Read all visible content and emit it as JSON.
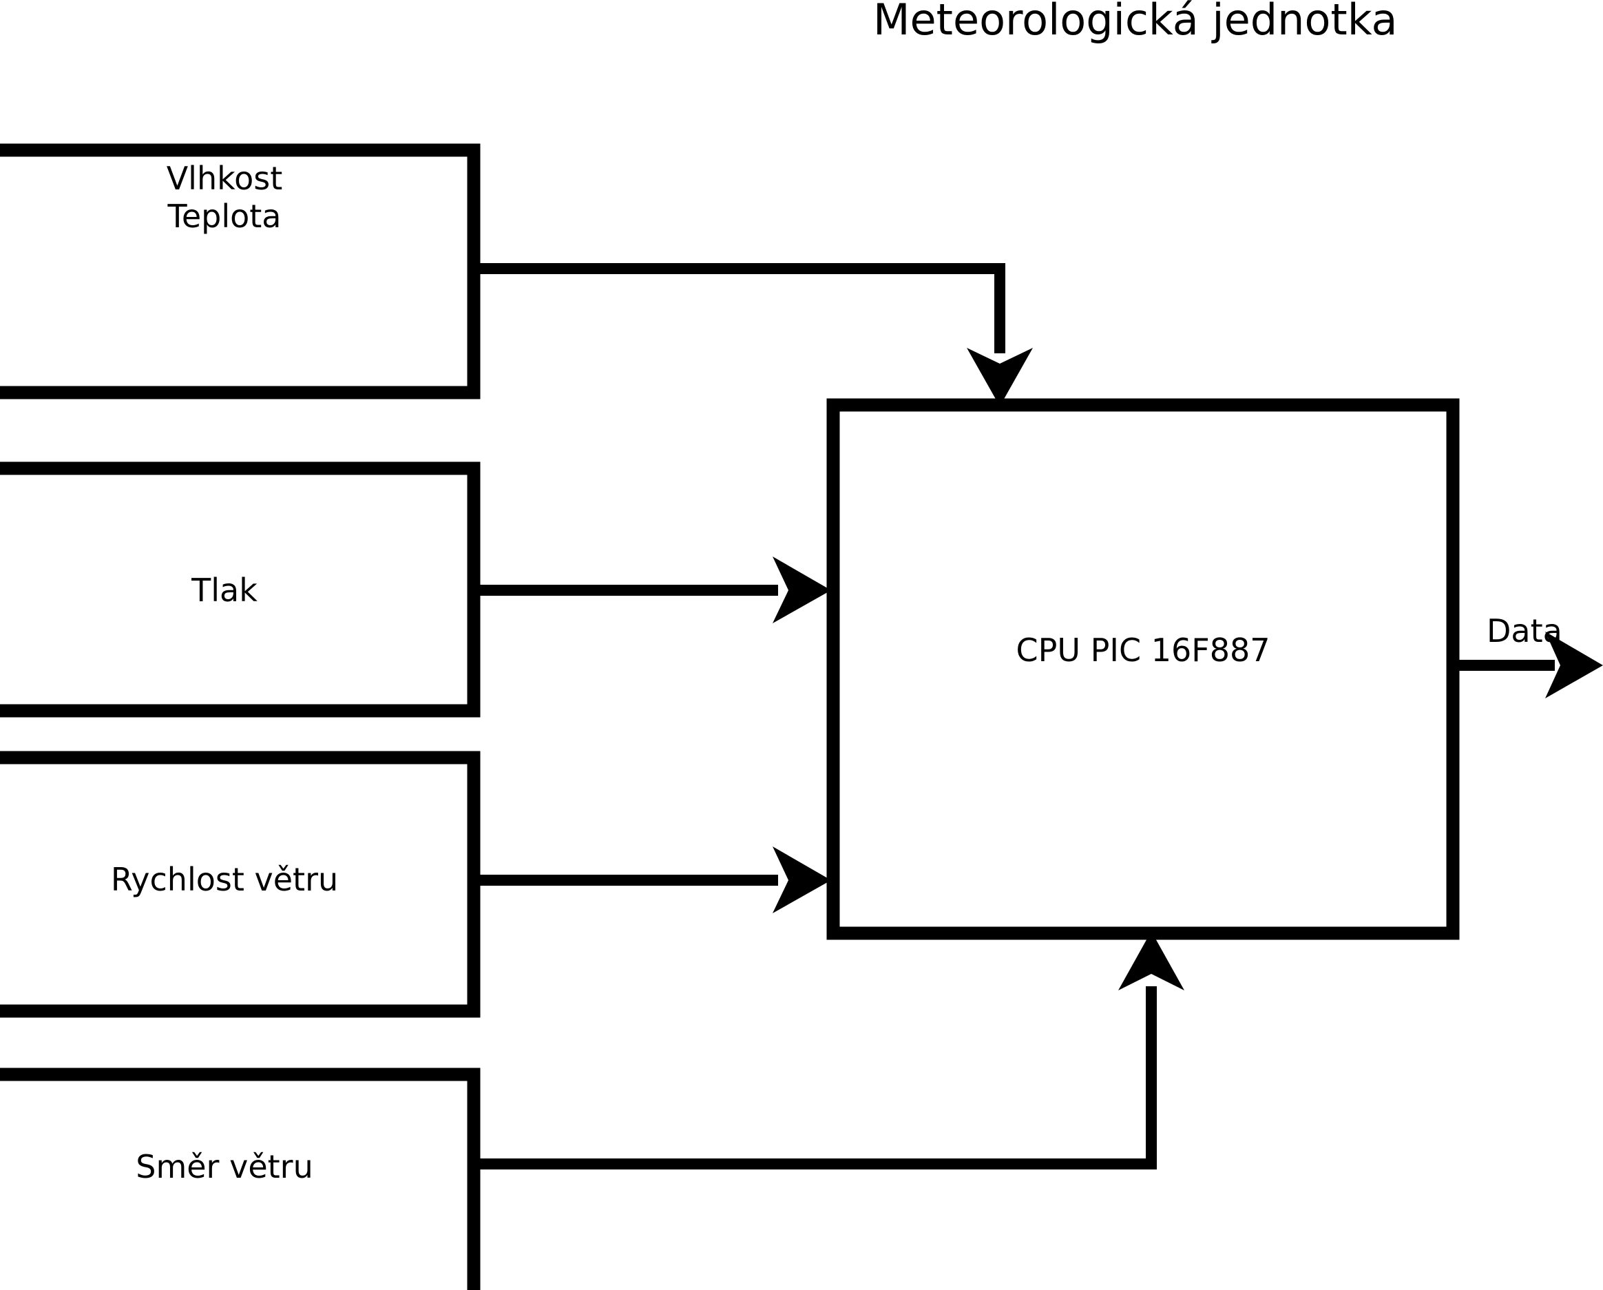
{
  "diagram": {
    "title": "Meteorologická jednotka",
    "type": "block-diagram",
    "background_color": "#ffffff",
    "line_color": "#000000",
    "blocks": [
      {
        "id": "humidity-temperature",
        "lines": [
          "Vlhkost",
          "Teplota"
        ],
        "label": "Vlhkost Teplota"
      },
      {
        "id": "pressure",
        "lines": [
          "Tlak"
        ],
        "label": "Tlak"
      },
      {
        "id": "wind-speed",
        "lines": [
          "Rychlost větru"
        ],
        "label": "Rychlost větru"
      },
      {
        "id": "wind-direction",
        "lines": [
          "Směr větru"
        ],
        "label": "Směr větru"
      }
    ],
    "cpu": {
      "id": "cpu",
      "label": "CPU PIC 16F887"
    },
    "output": {
      "id": "data-output",
      "label": "Data"
    }
  }
}
